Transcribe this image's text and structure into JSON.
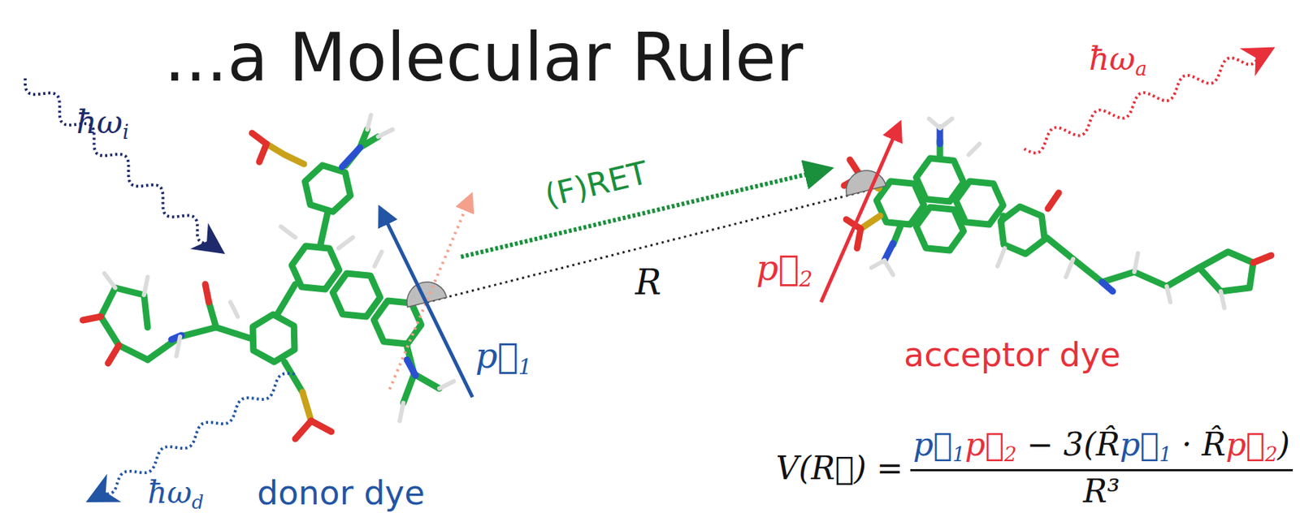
{
  "diagram": {
    "title": "...a Molecular Ruler",
    "nodes": [
      {
        "text": [
          "donor dye"
        ]
      },
      {
        "text": [
          "acceptor dye"
        ]
      }
    ],
    "edges": [
      {
        "from": 0,
        "to": 1,
        "arrow": "to",
        "label": "(F)RET"
      }
    ],
    "labels": [
      "ħωi",
      "ħωa",
      "ħωd",
      "R",
      "p⃗1",
      "p⃗2",
      "V(R⃗) =",
      "p⃗1p⃗2 − 3(R̂p⃗1 · R̂p⃗2)",
      "R³"
    ]
  }
}
